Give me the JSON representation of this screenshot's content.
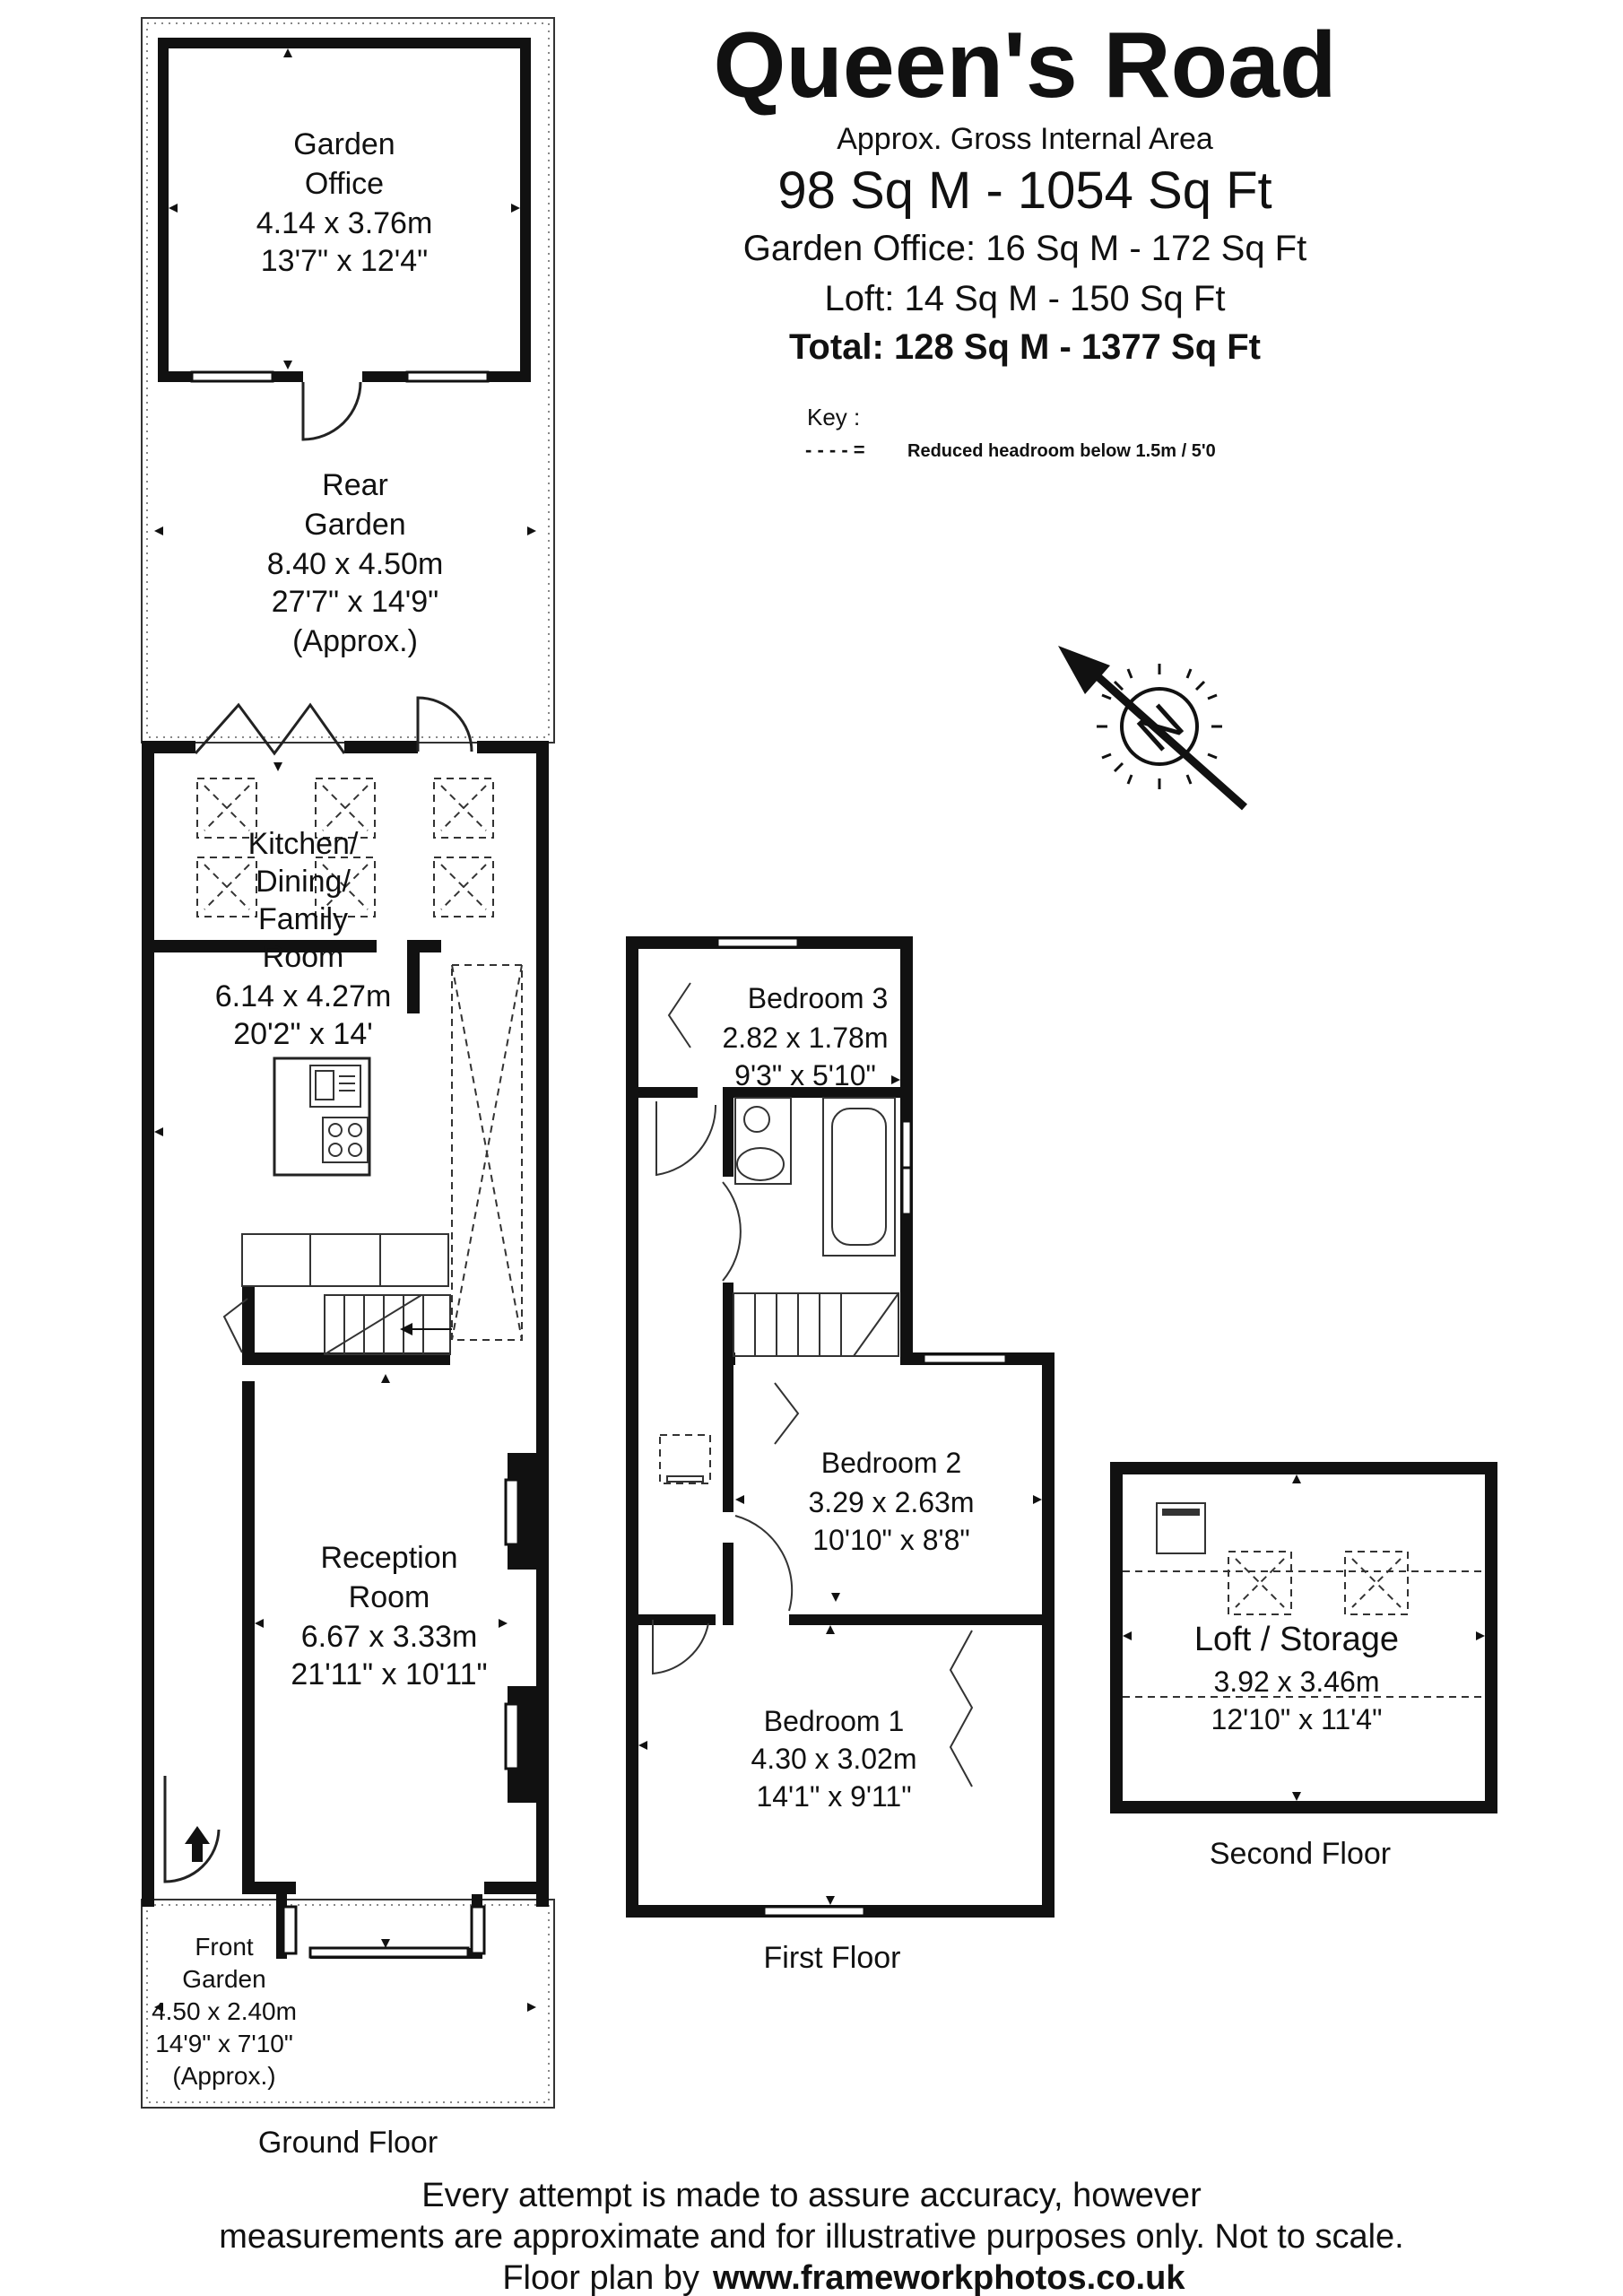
{
  "header": {
    "title": "Queen's Road",
    "subtitle": "Approx. Gross Internal Area",
    "total_area": "98 Sq M - 1054 Sq Ft",
    "garden_office_area": "Garden Office: 16 Sq M - 172 Sq Ft",
    "loft_area": "Loft: 14 Sq M - 150 Sq Ft",
    "grand_total": "Total: 128 Sq M - 1377 Sq Ft"
  },
  "key": {
    "title": "Key :",
    "symbol": "- - - - =",
    "text": "Reduced  headroom below 1.5m / 5'0"
  },
  "compass": {
    "letter": "N",
    "icon": "north-arrow-icon"
  },
  "rooms": {
    "garden_office": {
      "l1": "Garden",
      "l2": "Office",
      "metric": "4.14 x 3.76m",
      "imperial": "13'7\" x 12'4\""
    },
    "rear_garden": {
      "l1": "Rear",
      "l2": "Garden",
      "metric": "8.40 x 4.50m",
      "imperial": "27'7\" x 14'9\"",
      "note": "(Approx.)"
    },
    "kitchen": {
      "l1": "Kitchen/",
      "l2": "Dining/",
      "l3": "Family",
      "l4": "Room",
      "metric": "6.14 x 4.27m",
      "imperial": "20'2\" x 14'"
    },
    "reception": {
      "l1": "Reception",
      "l2": "Room",
      "metric": "6.67 x 3.33m",
      "imperial": "21'11\" x 10'11\""
    },
    "front_garden": {
      "l1": "Front",
      "l2": "Garden",
      "metric": "4.50 x 2.40m",
      "imperial": "14'9\" x 7'10\"",
      "note": "(Approx.)"
    },
    "bedroom3": {
      "name": "Bedroom 3",
      "metric": "2.82 x 1.78m",
      "imperial": "9'3\" x 5'10\""
    },
    "bedroom2": {
      "name": "Bedroom 2",
      "metric": "3.29 x 2.63m",
      "imperial": "10'10\" x 8'8\""
    },
    "bedroom1": {
      "name": "Bedroom 1",
      "metric": "4.30 x 3.02m",
      "imperial": "14'1\" x 9'11\""
    },
    "loft": {
      "name": "Loft / Storage",
      "metric": "3.92 x 3.46m",
      "imperial": "12'10\" x 11'4\""
    }
  },
  "floors": {
    "ground": "Ground Floor",
    "first": "First Floor",
    "second": "Second Floor"
  },
  "footer": {
    "line1": "Every attempt is made to assure accuracy, however",
    "line2": "measurements are approximate and for illustrative purposes only. Not to scale.",
    "line3_prefix": "Floor plan by",
    "line3_link": "www.frameworkphotos.co.uk"
  }
}
